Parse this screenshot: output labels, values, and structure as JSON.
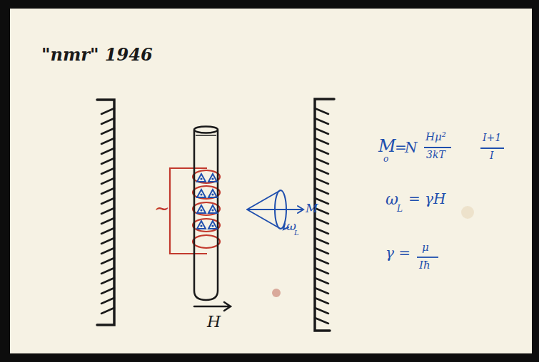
{
  "diagram": {
    "title": "\"nmr\" 1946",
    "labels": [
      "~",
      "H",
      "M",
      "ω",
      "L",
      "M",
      "o",
      "=",
      "N",
      "Hμ²",
      "3kT",
      "I+1",
      "I",
      "ω",
      "L",
      "= γH",
      "γ =",
      "μ",
      "Iħ"
    ]
  }
}
